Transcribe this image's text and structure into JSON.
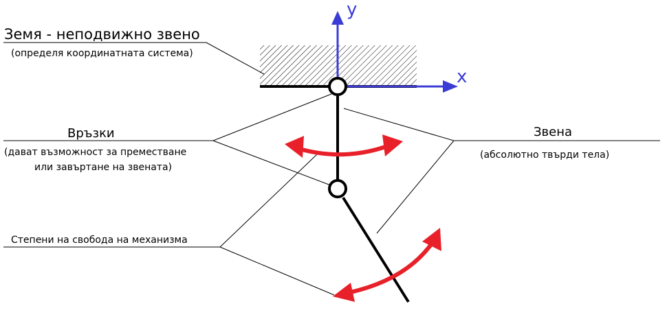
{
  "labels": {
    "ground_title": "Земя -  неподвижно звено",
    "ground_subtitle": "(определя координатната система)",
    "joints_title": "Връзки",
    "joints_subtitle_line1": "(дават възможност за преместване",
    "joints_subtitle_line2": "или завъртане на звената)",
    "links_title": "Звена",
    "links_subtitle": "(абсолютно твърди тела)",
    "dof_title": "Степени на свобода на механизма"
  },
  "axes": {
    "x_label": "x",
    "y_label": "y"
  },
  "colors": {
    "axis": "#3b3bd6",
    "arrow": "#e8202a",
    "line": "#000000"
  }
}
